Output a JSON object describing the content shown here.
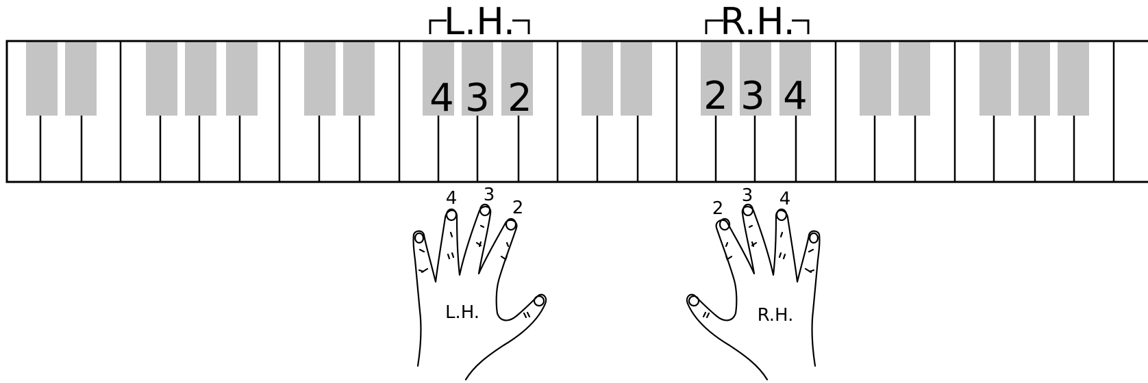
{
  "diagram": {
    "left_hand": {
      "bracket_label": "L.H.",
      "key_fingers": [
        "4",
        "3",
        "2"
      ],
      "hand_fingers": [
        "4",
        "3",
        "2"
      ],
      "hand_label": "L.H."
    },
    "right_hand": {
      "bracket_label": "R.H.",
      "key_fingers": [
        "2",
        "3",
        "4"
      ],
      "hand_fingers": [
        "2",
        "3",
        "4"
      ],
      "hand_label": "R.H."
    },
    "colors": {
      "black_keys": "#c4c4c4",
      "outline": "#000000",
      "background": "#ffffff"
    }
  }
}
